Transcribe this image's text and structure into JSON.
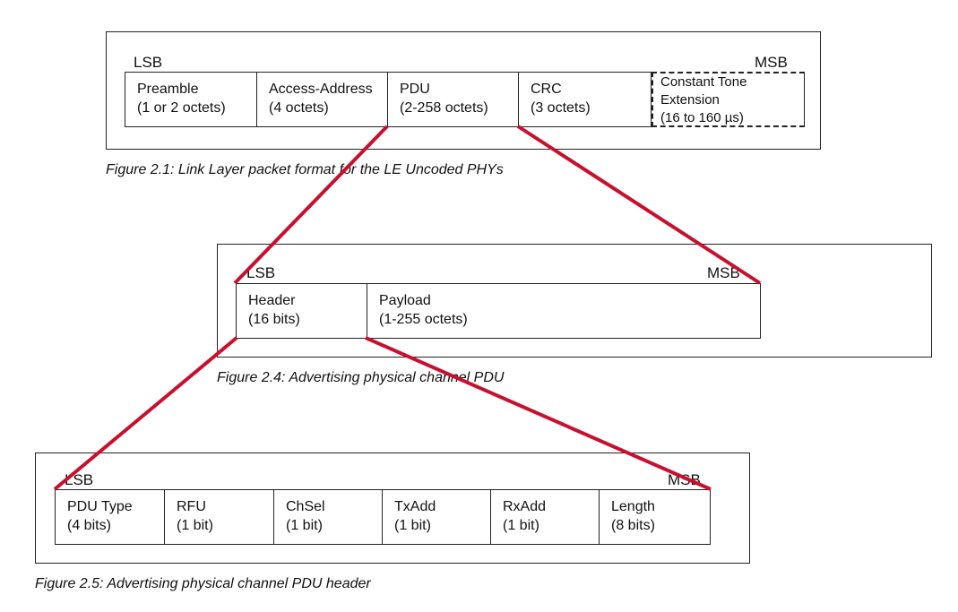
{
  "figures": [
    {
      "caption": "Figure 2.1:  Link Layer packet format for the LE Uncoded PHYs",
      "lsb": "LSB",
      "msb": "MSB",
      "fields": [
        {
          "name": "Preamble",
          "size": "(1 or 2 octets)"
        },
        {
          "name": "Access-Address",
          "size": "(4 octets)"
        },
        {
          "name": "PDU",
          "size": "(2-258 octets)"
        },
        {
          "name": "CRC",
          "size": "(3 octets)"
        },
        {
          "name": "Constant Tone",
          "name2": "Extension",
          "size": "(16 to 160 µs)",
          "optional": true
        }
      ]
    },
    {
      "caption": "Figure 2.4:  Advertising physical channel PDU",
      "lsb": "LSB",
      "msb": "MSB",
      "fields": [
        {
          "name": "Header",
          "size": "(16 bits)"
        },
        {
          "name": "Payload",
          "size": "(1-255 octets)"
        }
      ]
    },
    {
      "caption": "Figure 2.5:  Advertising physical channel PDU header",
      "lsb": "LSB",
      "msb": "MSB",
      "fields": [
        {
          "name": "PDU Type",
          "size": "(4 bits)"
        },
        {
          "name": "RFU",
          "size": "(1 bit)"
        },
        {
          "name": "ChSel",
          "size": "(1 bit)"
        },
        {
          "name": "TxAdd",
          "size": "(1 bit)"
        },
        {
          "name": "RxAdd",
          "size": "(1 bit)"
        },
        {
          "name": "Length",
          "size": "(8 bits)"
        }
      ]
    }
  ],
  "colors": {
    "connector": "#c8102e",
    "border": "#222222"
  }
}
